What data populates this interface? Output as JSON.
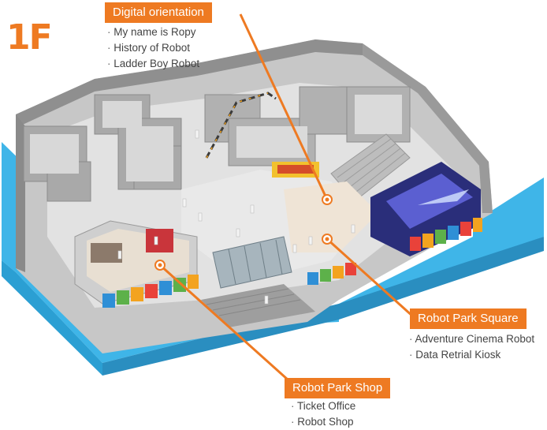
{
  "floor": "1F",
  "colors": {
    "accent": "#ee7a22",
    "base": "#3fb5e8"
  },
  "callouts": {
    "digital": {
      "title": "Digital orientation",
      "items": [
        "My name is Ropy",
        "History of Robot",
        "Ladder Boy Robot"
      ]
    },
    "square": {
      "title": "Robot Park Square",
      "items": [
        "Adventure Cinema Robot",
        "Data Retrial Kiosk"
      ]
    },
    "shop": {
      "title": "Robot Park Shop",
      "items": [
        "Ticket Office",
        "Robot Shop"
      ]
    }
  }
}
